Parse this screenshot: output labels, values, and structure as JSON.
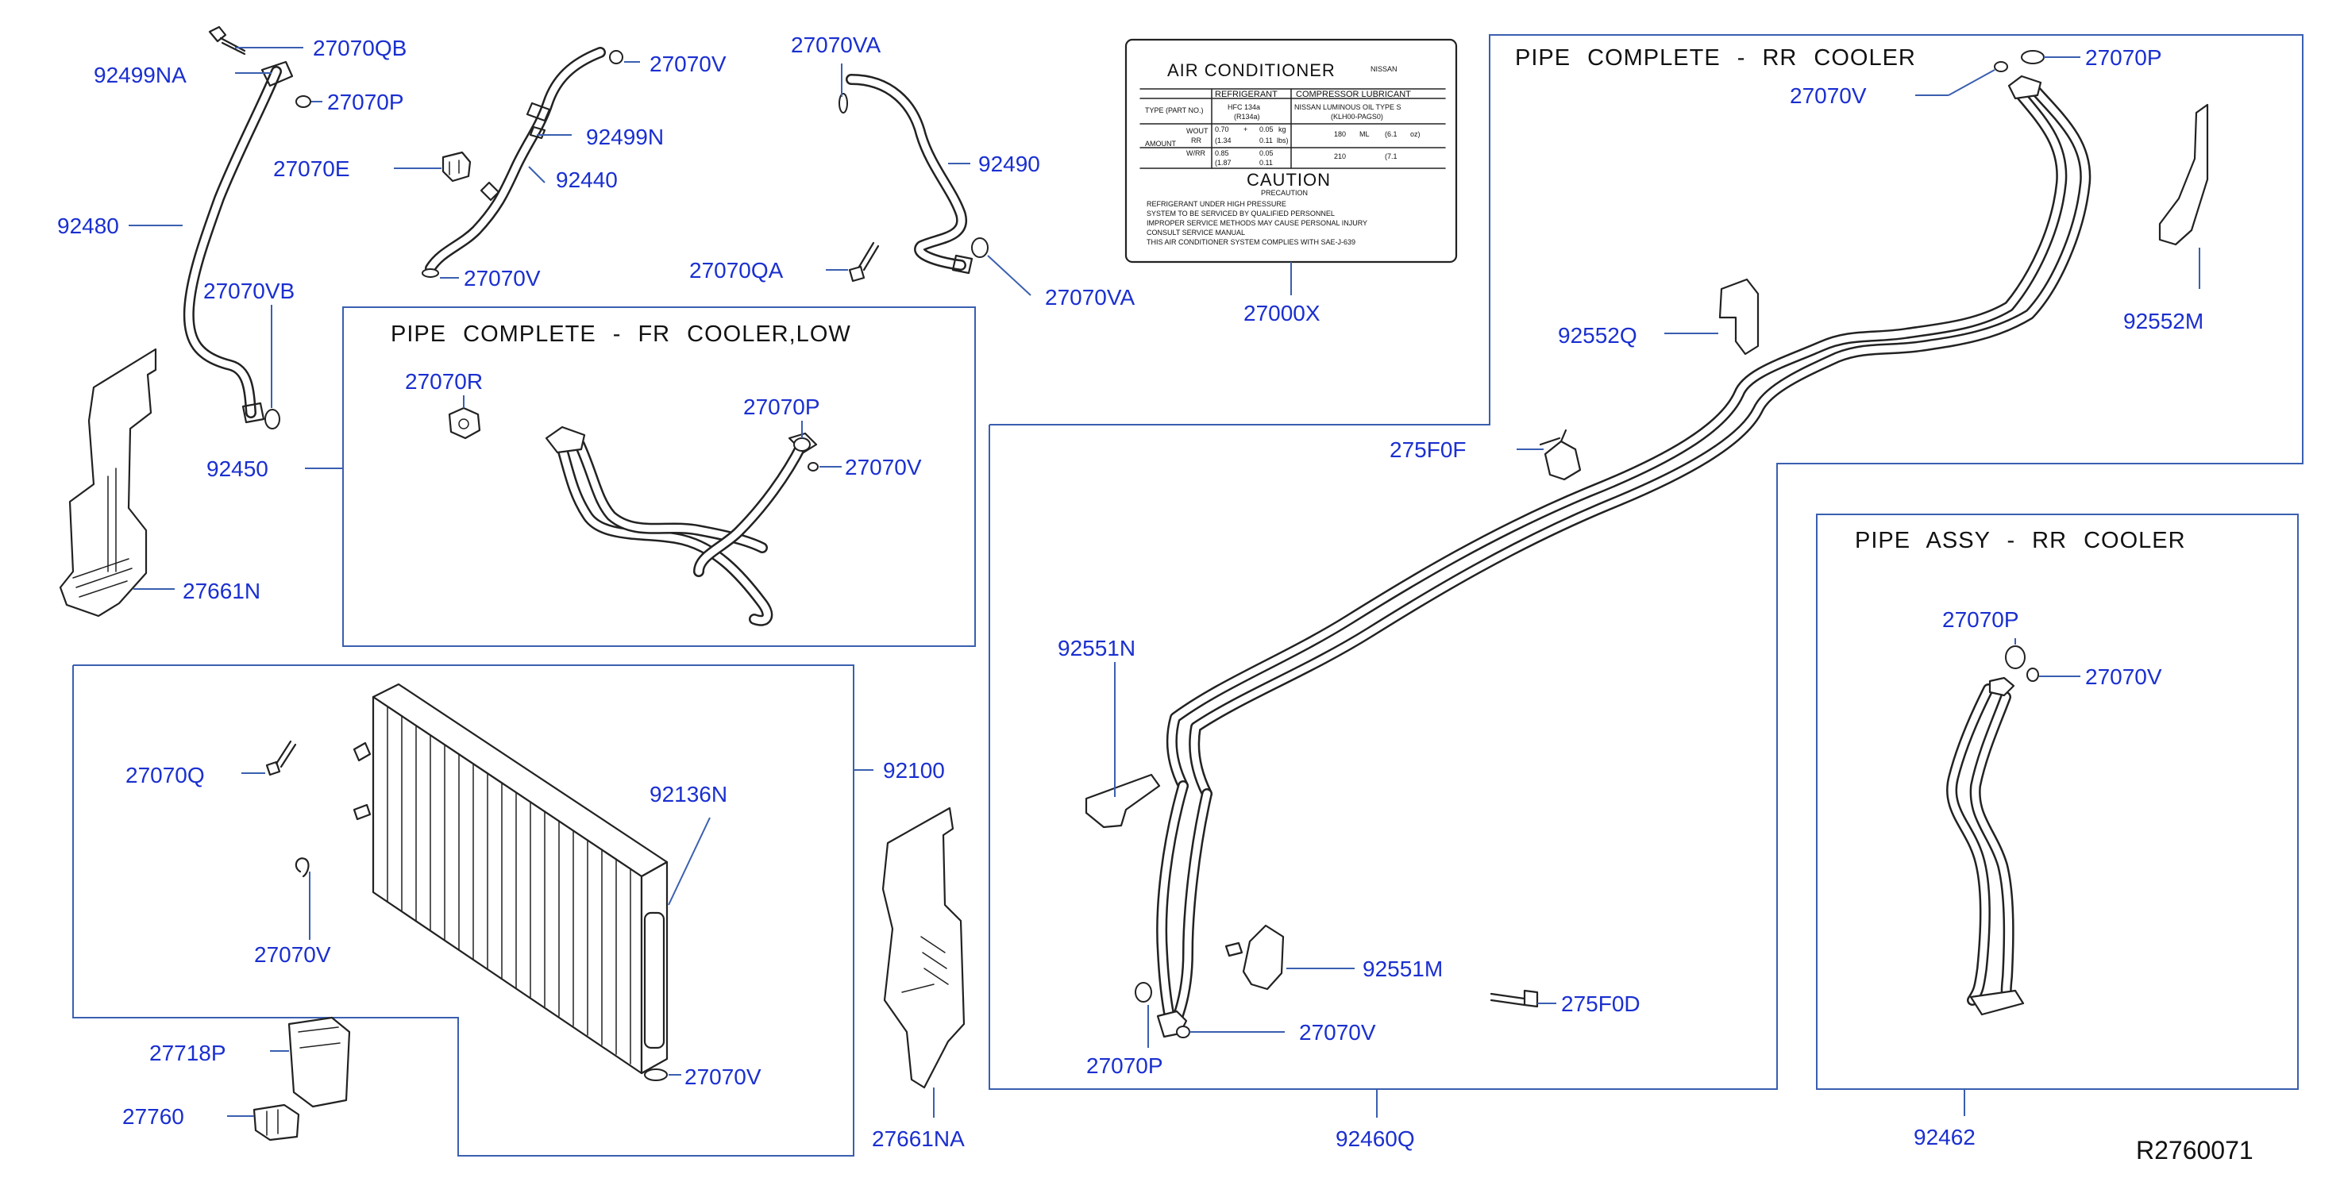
{
  "labels": {
    "l27070QB_top": "27070QB",
    "l92499NA": "92499NA",
    "l27070P_a": "27070P",
    "l92480": "92480",
    "l27070VB": "27070VB",
    "l92450": "92450",
    "l27661N": "27661N",
    "l27070V_a": "27070V",
    "l92499N": "92499N",
    "l27070E": "27070E",
    "l92440": "92440",
    "l27070V_b": "27070V",
    "l27070VA_a": "27070VA",
    "l92490": "92490",
    "l27070QA": "27070QA",
    "l27070VA_b": "27070VA",
    "l27000X": "27000X",
    "l27070R": "27070R",
    "l27070P_b": "27070P",
    "l27070V_c": "27070V",
    "l27070Q": "27070Q",
    "l27070V_d": "27070V",
    "l92136N": "92136N",
    "l92100": "92100",
    "l27070V_e": "27070V",
    "l27718P": "27718P",
    "l27760": "27760",
    "l27661NA": "27661NA",
    "l27070P_c": "27070P",
    "l27070V_f": "27070V",
    "l92552Q": "92552Q",
    "l92552M": "92552M",
    "l275F0F": "275F0F",
    "l92551N": "92551N",
    "l92551M": "92551M",
    "l275F0D": "275F0D",
    "l27070V_g": "27070V",
    "l27070P_d": "27070P",
    "l92460Q": "92460Q",
    "l27070P_e": "27070P",
    "l27070V_h": "27070V",
    "l92462": "92462"
  },
  "boxes": {
    "fr_cooler_title": "PIPE COMPLETE - FR COOLER,LOW",
    "rr_cooler_title": "PIPE COMPLETE - RR COOLER",
    "rr_assy_title": "PIPE ASSY - RR COOLER"
  },
  "ac_label": {
    "title": "AIR CONDITIONER",
    "brand": "NISSAN",
    "col_refrigerant": "REFRIGERANT",
    "col_compressor": "COMPRESSOR LUBRICANT",
    "row_type": "TYPE (PART NO.)",
    "hfc": "HFC 134a",
    "r134a": "(R134a)",
    "nissan_lum": "NISSAN LUMINOUS OIL TYPE S",
    "kl": "(KLH00-PAGS0)",
    "amount": "AMOUNT",
    "wout": "WOUT",
    "rr": "RR",
    "w_rr": "W/RR",
    "v070": "0.70",
    "v005a": "0.05",
    "v134": "(1.34",
    "v011a": "0.11",
    "v085": "0.85",
    "v005b": "0.05",
    "v187": "(1.87",
    "v011b": "0.11",
    "kg": "kg",
    "lbs": "lbs)",
    "pm": "+",
    "ml180": "180",
    "ml210": "210",
    "ml": "ML",
    "oz61": "(6.1",
    "oz71": "(7.1",
    "flozs": "oz)",
    "caution": "CAUTION",
    "precaution": "PRECAUTION",
    "c1": "REFRIGERANT UNDER HIGH PRESSURE",
    "c2": "SYSTEM TO BE SERVICED BY QUALIFIED PERSONNEL",
    "c3": "IMPROPER SERVICE METHODS MAY CAUSE PERSONAL INJURY",
    "c4": "CONSULT SERVICE MANUAL",
    "c5": "THIS AIR CONDITIONER SYSTEM COMPLIES WITH SAE-J-639"
  },
  "ref_code": "R2760071"
}
